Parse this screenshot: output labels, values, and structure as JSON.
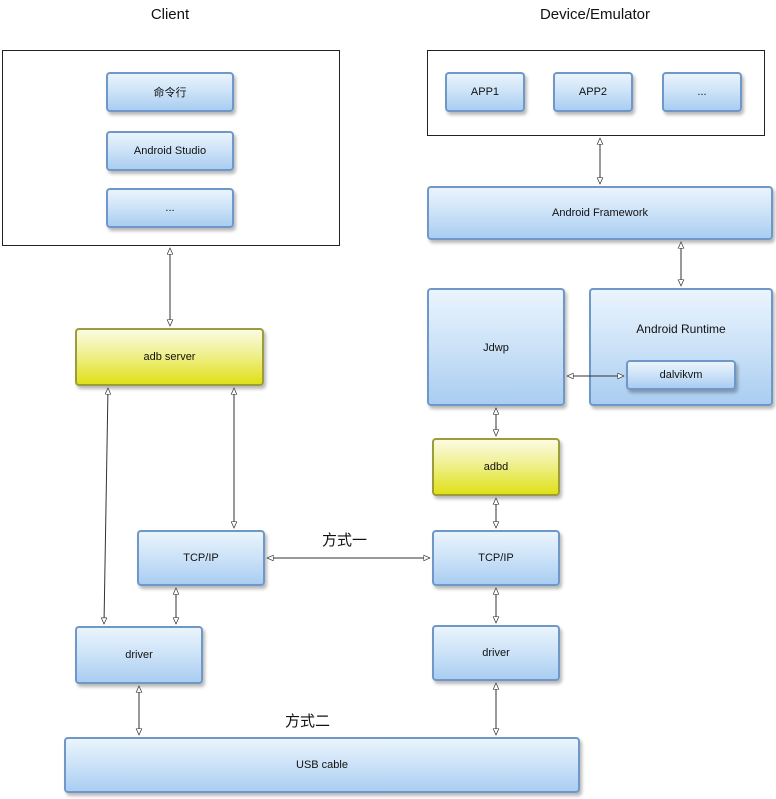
{
  "headings": {
    "client": "Client",
    "device": "Device/Emulator"
  },
  "client": {
    "tools": [
      "命令行",
      "Android Studio",
      "..."
    ],
    "adb_server": "adb server",
    "tcpip": "TCP/IP",
    "driver": "driver"
  },
  "device": {
    "apps": [
      "APP1",
      "APP2",
      "..."
    ],
    "framework": "Android Framework",
    "jdwp": "Jdwp",
    "runtime": "Android Runtime",
    "dalvikvm": "dalvikvm",
    "adbd": "adbd",
    "tcpip": "TCP/IP",
    "driver": "driver"
  },
  "links": {
    "method1": "方式一",
    "method2": "方式二"
  },
  "usb_cable": "USB cable",
  "colors": {
    "node_border": "#6f98c9",
    "node_fill": "#cfe4f8",
    "yellow_fill": "#f1f19a",
    "yellow_border": "#9c9c3a"
  }
}
